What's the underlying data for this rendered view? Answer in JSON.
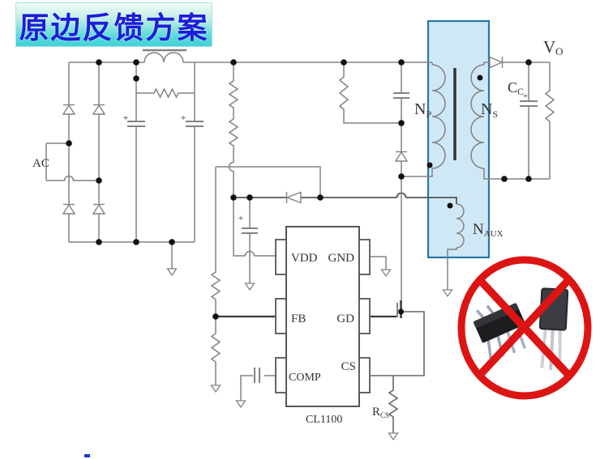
{
  "title": {
    "text": "原边反馈方案"
  },
  "schematic": {
    "labels": {
      "ac": "AC",
      "np": {
        "main": "N",
        "sub": "P"
      },
      "ns": {
        "main": "N",
        "sub": "S"
      },
      "naux": {
        "main": "N",
        "sub": "AUX"
      },
      "vo": {
        "main": "V",
        "sub": "O"
      },
      "cc": {
        "main": "C",
        "sub": "C"
      },
      "rcs": {
        "main": "R",
        "sub": "CS"
      },
      "plus": "+",
      "chip": "CL1100",
      "pins": {
        "vdd": "VDD",
        "gnd": "GND",
        "fb": "FB",
        "gd": "GD",
        "comp": "COMP",
        "cs": "CS"
      }
    },
    "colors": {
      "wire": "#828282",
      "wire_dark": "#3a3a3a",
      "highlight_fill": "#cfe8f5",
      "highlight_border": "#2878a8",
      "prohibition": "#dd1414"
    }
  },
  "prohibition_sign": {
    "meaning": "no optocoupler allowed"
  }
}
